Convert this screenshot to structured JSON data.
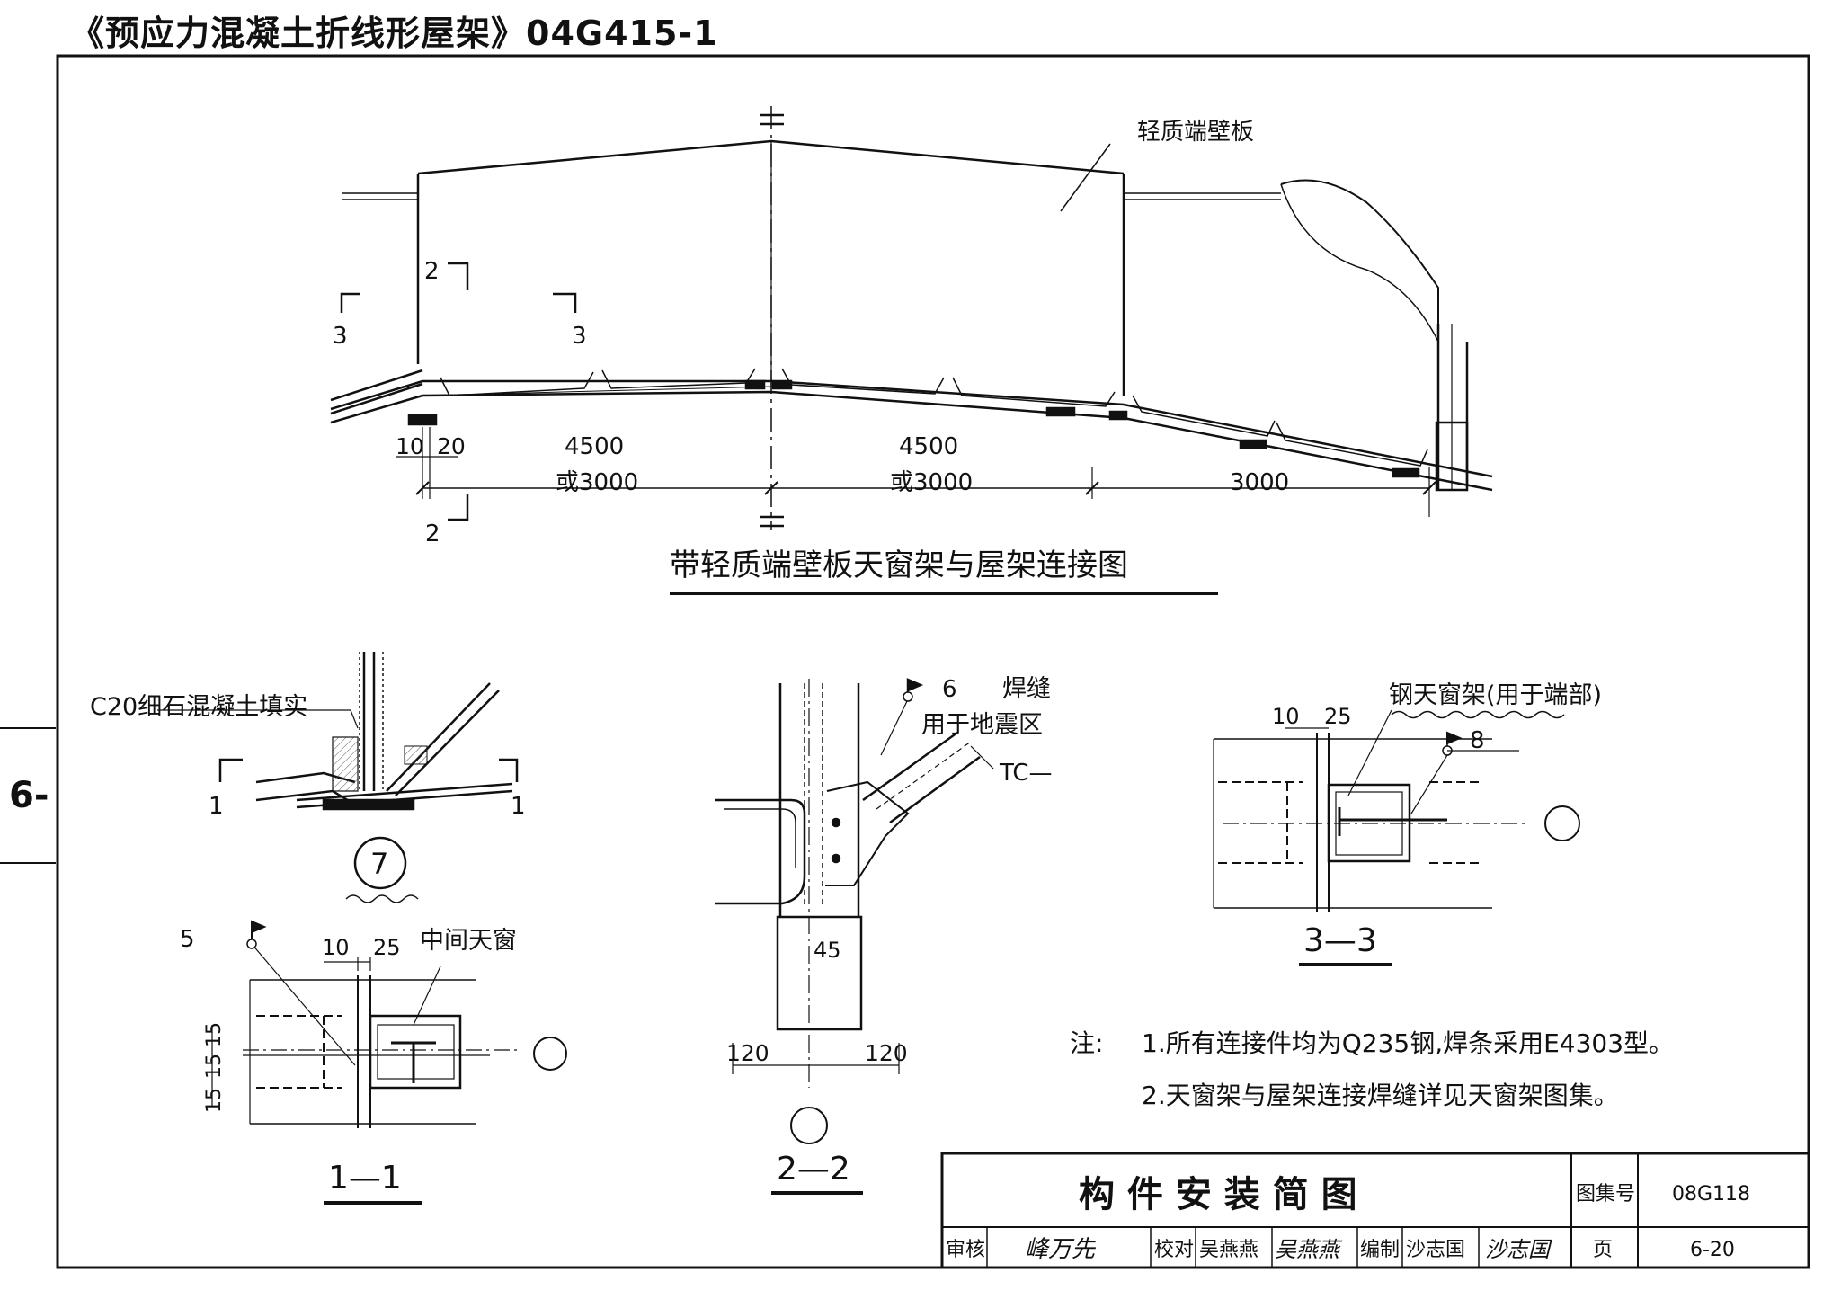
{
  "header": {
    "title": "《预应力混凝土折线形屋架》04G415-1"
  },
  "side_tab": "6-",
  "elevation": {
    "label_panel": "轻质端壁板",
    "section_marks": {
      "s2_top": "2",
      "s2_bottom": "2",
      "s3_left": "3",
      "s3_right": "3"
    },
    "dim_small_a": "10",
    "dim_small_b": "20",
    "dim1": "4500",
    "dim1_alt": "或3000",
    "dim2": "4500",
    "dim2_alt": "或3000",
    "dim3": "3000",
    "caption": "带轻质端壁板天窗架与屋架连接图"
  },
  "detail7": {
    "fill_note": "C20细石混凝土填实",
    "mark_left": "1",
    "mark_right": "1",
    "circle_no": "7"
  },
  "sec11": {
    "weld": "5",
    "dim_a": "10",
    "dim_b": "25",
    "dim_v1": "15",
    "dim_v2": "15",
    "dim_v3": "15",
    "label": "中间天窗",
    "caption": "1—1"
  },
  "sec22": {
    "weld": "6",
    "weld_label": "焊缝",
    "seismic": "用于地震区",
    "tc": "TC—",
    "dim_45": "45",
    "dim_left": "120",
    "dim_right": "120",
    "caption": "2—2"
  },
  "sec33": {
    "dim_a": "10",
    "dim_b": "25",
    "label": "钢天窗架(用于端部)",
    "weld": "8",
    "caption": "3—3"
  },
  "notes": {
    "head": "注:",
    "n1": "1.所有连接件均为Q235钢,焊条采用E4303型。",
    "n2": "2.天窗架与屋架连接焊缝详见天窗架图集。"
  },
  "title_block": {
    "title": "构 件 安 装 简 图",
    "atlas_label": "图集号",
    "atlas_no": "08G118",
    "page_label": "页",
    "page_no": "6-20",
    "review_label": "审核",
    "review_sig": "峰万先",
    "check_label": "校对",
    "check_name": "吴燕燕",
    "check_sig": "吴燕燕",
    "draw_label": "编制",
    "draw_name": "沙志国",
    "draw_sig": "沙志国"
  }
}
